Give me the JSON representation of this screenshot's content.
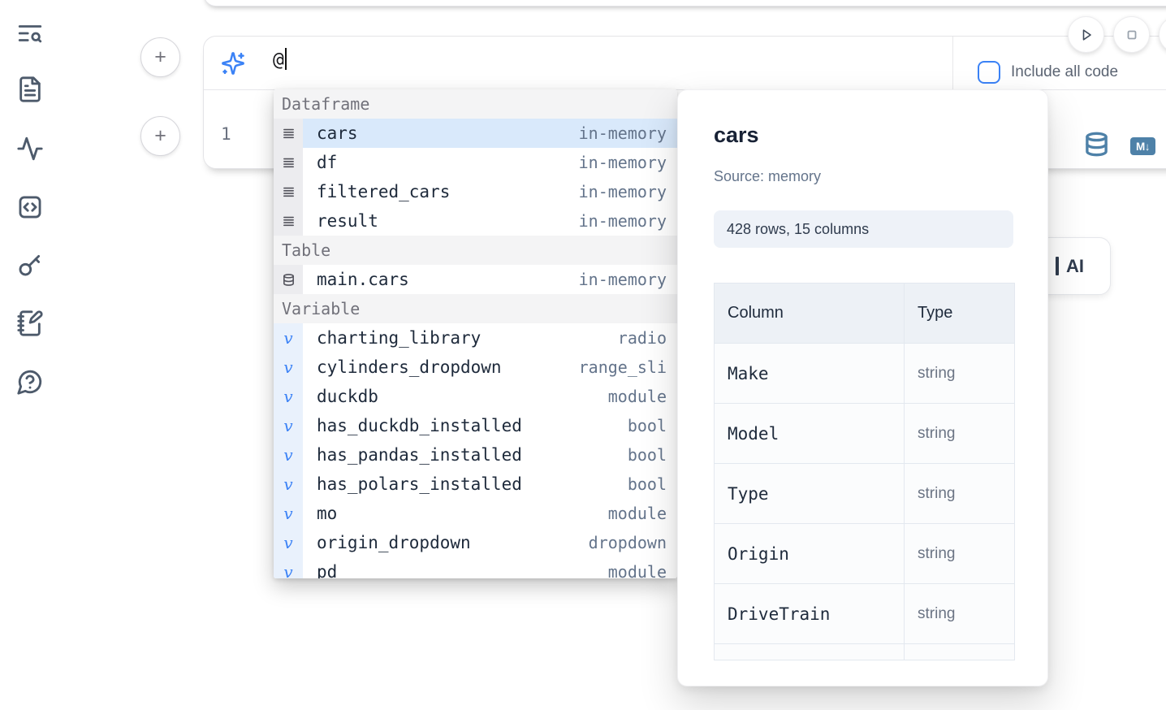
{
  "colors": {
    "accent_blue": "#3b82f6",
    "steel_blue": "#4e81a8",
    "selection_blue": "#d9e9fb"
  },
  "sidebar": {
    "icons": [
      "toc-search-icon",
      "file-document-icon",
      "activity-icon",
      "code-snippets-icon",
      "key-icon",
      "scratchpad-icon",
      "help-chat-icon"
    ]
  },
  "toolbar": {
    "run_button": "run",
    "stop_button": "stop"
  },
  "prompt": {
    "value": "@",
    "include_all_code_label": "Include all code"
  },
  "cell": {
    "line_number": "1",
    "markdown_badge": "M↓"
  },
  "autocomplete": {
    "sections": [
      {
        "label": "Dataframe",
        "kind": "dataframe",
        "items": [
          {
            "name": "cars",
            "type": "in-memory",
            "selected": true
          },
          {
            "name": "df",
            "type": "in-memory"
          },
          {
            "name": "filtered_cars",
            "type": "in-memory"
          },
          {
            "name": "result",
            "type": "in-memory"
          }
        ]
      },
      {
        "label": "Table",
        "kind": "table",
        "items": [
          {
            "name": "main.cars",
            "type": "in-memory"
          }
        ]
      },
      {
        "label": "Variable",
        "kind": "variable",
        "items": [
          {
            "name": "charting_library",
            "type": "radio"
          },
          {
            "name": "cylinders_dropdown",
            "type": "range_sli"
          },
          {
            "name": "duckdb",
            "type": "module"
          },
          {
            "name": "has_duckdb_installed",
            "type": "bool"
          },
          {
            "name": "has_pandas_installed",
            "type": "bool"
          },
          {
            "name": "has_polars_installed",
            "type": "bool"
          },
          {
            "name": "mo",
            "type": "module"
          },
          {
            "name": "origin_dropdown",
            "type": "dropdown"
          },
          {
            "name": "pd",
            "type": "module",
            "partial": true
          }
        ]
      }
    ]
  },
  "preview": {
    "title": "cars",
    "source": "Source: memory",
    "shape": "428 rows, 15 columns",
    "table": {
      "headers": [
        "Column",
        "Type"
      ],
      "rows": [
        [
          "Make",
          "string"
        ],
        [
          "Model",
          "string"
        ],
        [
          "Type",
          "string"
        ],
        [
          "Origin",
          "string"
        ],
        [
          "DriveTrain",
          "string"
        ]
      ]
    }
  },
  "ai_button": {
    "visible_label": "AI"
  }
}
